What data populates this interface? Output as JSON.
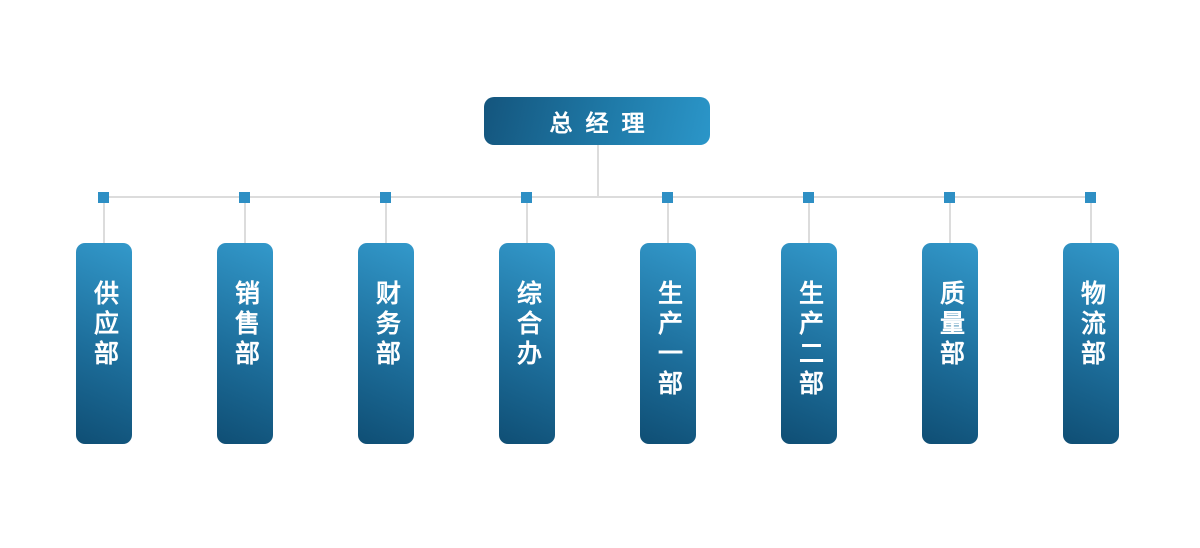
{
  "org_chart": {
    "root": {
      "label": "总经理"
    },
    "departments": [
      {
        "label": "供应部"
      },
      {
        "label": "销售部"
      },
      {
        "label": "财务部"
      },
      {
        "label": "综合办"
      },
      {
        "label": "生产一部"
      },
      {
        "label": "生产二部"
      },
      {
        "label": "质量部"
      },
      {
        "label": "物流部"
      }
    ],
    "colors": {
      "node_gradient_dark": "#0f4e74",
      "node_gradient_light": "#3399cb",
      "root_gradient_dark": "#14557d",
      "root_gradient_light": "#2b96c9",
      "connector_line": "#dcdcdc",
      "connector_square": "#2e8fc4",
      "label_text": "#ffffff",
      "background": "#ffffff"
    }
  }
}
